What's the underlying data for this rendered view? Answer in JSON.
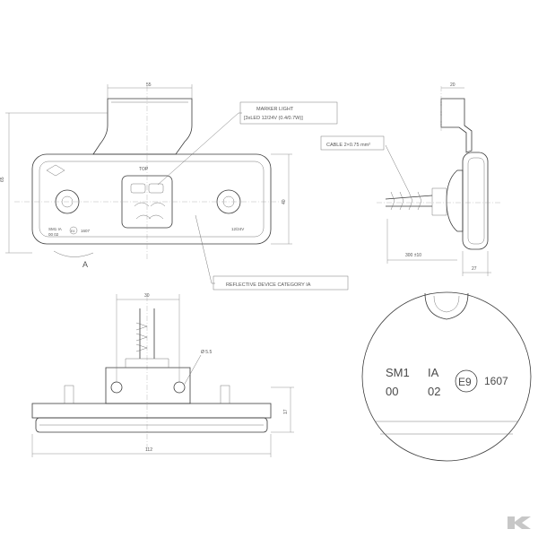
{
  "labels": {
    "marker_light_title": "MARKER LIGHT",
    "marker_light_spec": "[3xLED 12/24V (0.4/0.7W)]",
    "cable": "CABLE 2×0.75 mm²",
    "reflective": "REFLECTIVE DEVICE CATEGORY IA",
    "view_ref": "A",
    "hole": "Ø 5.5"
  },
  "dimensions": {
    "top_mount_width": "55",
    "height_overall": "65",
    "lens_height": "40",
    "side_top": "20",
    "cable_length": "300 ±10",
    "side_depth": "27",
    "bottom_mount_width": "30",
    "bottom_height": "17",
    "overall_width": "112"
  },
  "front_markings": {
    "top": "TOP",
    "code": "SM1  IA",
    "code2": "00  02",
    "approval_small": "1607",
    "voltage": "12/24V",
    "emark_small": "E4"
  },
  "detail": {
    "line1_left": "SM1",
    "line1_mid": "IA",
    "emark": "E9",
    "number": "1607",
    "line2_left": "00",
    "line2_mid": "02"
  },
  "brand_icon": "brand-logo-icon"
}
